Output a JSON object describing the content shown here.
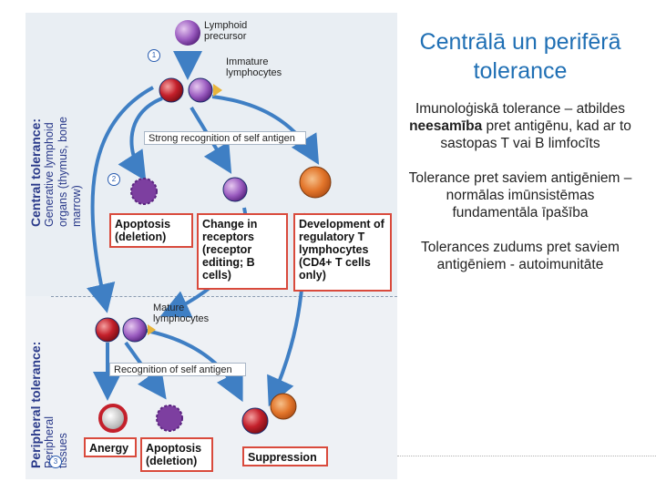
{
  "diagram": {
    "central_title": "Central tolerance:",
    "central_sub": "Generative lymphoid organs (thymus, bone marrow)",
    "peripheral_title": "Peripheral tolerance:",
    "peripheral_sub": "Peripheral tissues",
    "lymphoid_precursor": "Lymphoid precursor",
    "immature": "Immature lymphocytes",
    "strong_recognition": "Strong recognition of self antigen",
    "apoptosis_deletion": "Apoptosis (deletion)",
    "change_receptors": "Change in receptors (receptor editing; B cells)",
    "development_treg": "Development of regulatory T lymphocytes (CD4+ T cells only)",
    "mature": "Mature lymphocytes",
    "recognition": "Recognition of self antigen",
    "anergy": "Anergy",
    "apoptosis_deletion_2": "Apoptosis (deletion)",
    "suppression": "Suppression",
    "step1": "1",
    "step2": "2",
    "step3": "3"
  },
  "text": {
    "title": "Centrālā un perifērā tolerance",
    "p1_before": "Imunoloģiskā tolerance – atbildes ",
    "p1_bold": "neesamība",
    "p1_after": " pret antigēnu, kad ar to sastopas T vai B limfocīts",
    "p2": "Tolerance pret saviem antigēniem – normālas imūnsistēmas fundamentāla īpašība",
    "p3": "Tolerances zudums pret saviem antigēniem - autoimunitāte"
  },
  "colors": {
    "title": "#1f6fb4",
    "box_border": "#d94a3c",
    "cell_red": "#c4202b",
    "cell_purple": "#7d3fa0",
    "cell_orange": "#e2752a",
    "arrow_blue": "#3f7fc4"
  }
}
